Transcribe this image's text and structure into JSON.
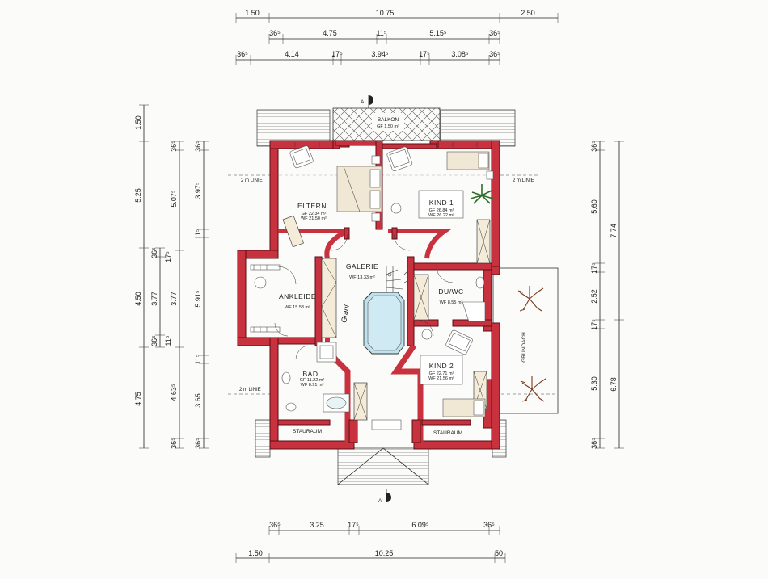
{
  "dimensions": {
    "top_row1": [
      "1.50",
      "10.75",
      "2.50"
    ],
    "top_row2": [
      "36⁵",
      "4.75",
      "11⁵",
      "5.15⁵",
      "36⁵"
    ],
    "top_row3": [
      "36⁵",
      "4.14",
      "17⁵",
      "3.94⁵",
      "17⁵",
      "3.08⁵",
      "36⁵"
    ],
    "left_outer": [
      "1.50",
      "5.25",
      "4.50",
      "4.75"
    ],
    "left_mid": [
      "36⁵",
      "5.07⁵",
      "36⁵",
      "17⁵",
      "36⁵",
      "4.63⁵",
      "36⁵"
    ],
    "left_mid_b": [
      "3.77"
    ],
    "left_inner": [
      "36⁵",
      "3.97⁵",
      "11⁵",
      "3.77",
      "5.91⁵",
      "11⁵",
      "3.65",
      "36⁵"
    ],
    "right_inner": [
      "36⁵",
      "5.60",
      "17⁵",
      "2.52",
      "17⁵",
      "5.30",
      "36⁵"
    ],
    "right_outer": [
      "7.74",
      "6.78"
    ],
    "bottom_row1": [
      "36⁵",
      "3.25",
      "17⁵",
      "6.09⁵",
      "36⁵"
    ],
    "bottom_row2": [
      "1.50",
      "10.25",
      "50"
    ]
  },
  "rooms": {
    "balkon": {
      "name": "BALKON",
      "area": "GF 1.50 m²"
    },
    "eltern": {
      "name": "ELTERN",
      "gf": "GF 22.34 m²",
      "wf": "WF 21.50 m²"
    },
    "kind1": {
      "name": "KIND 1",
      "gf": "GF 26.84 m²",
      "wf": "WF 26.22 m²"
    },
    "galerie": {
      "name": "GALERIE",
      "wf": "WF 13.33 m²"
    },
    "ankleide": {
      "name": "ANKLEIDE",
      "wf": "WF 15.53 m²"
    },
    "duwc": {
      "name": "DU/WC",
      "wf": "WF 8.55 m²"
    },
    "bad": {
      "name": "BAD",
      "gf": "GF 11.22 m²",
      "wf": "WF 8.91 m²"
    },
    "kind2": {
      "name": "KIND 2",
      "gf": "GF 22.71 m²",
      "wf": "WF 21.56 m²"
    },
    "stauraum_left": {
      "name": "STAURAUM"
    },
    "stauraum_right": {
      "name": "STAURAUM"
    }
  },
  "labels": {
    "line_left_top": "2 m LINIE",
    "line_right_top": "2 m LINIE",
    "line_left_bottom": "2 m LINIE",
    "gruendach": "GRÜNDACH",
    "section_top": "A",
    "section_bottom": "A",
    "signature": "Graul"
  },
  "colors": {
    "wall": "#c8323f",
    "roof_hatch": "#333333",
    "furniture": "#f0e8d4"
  }
}
